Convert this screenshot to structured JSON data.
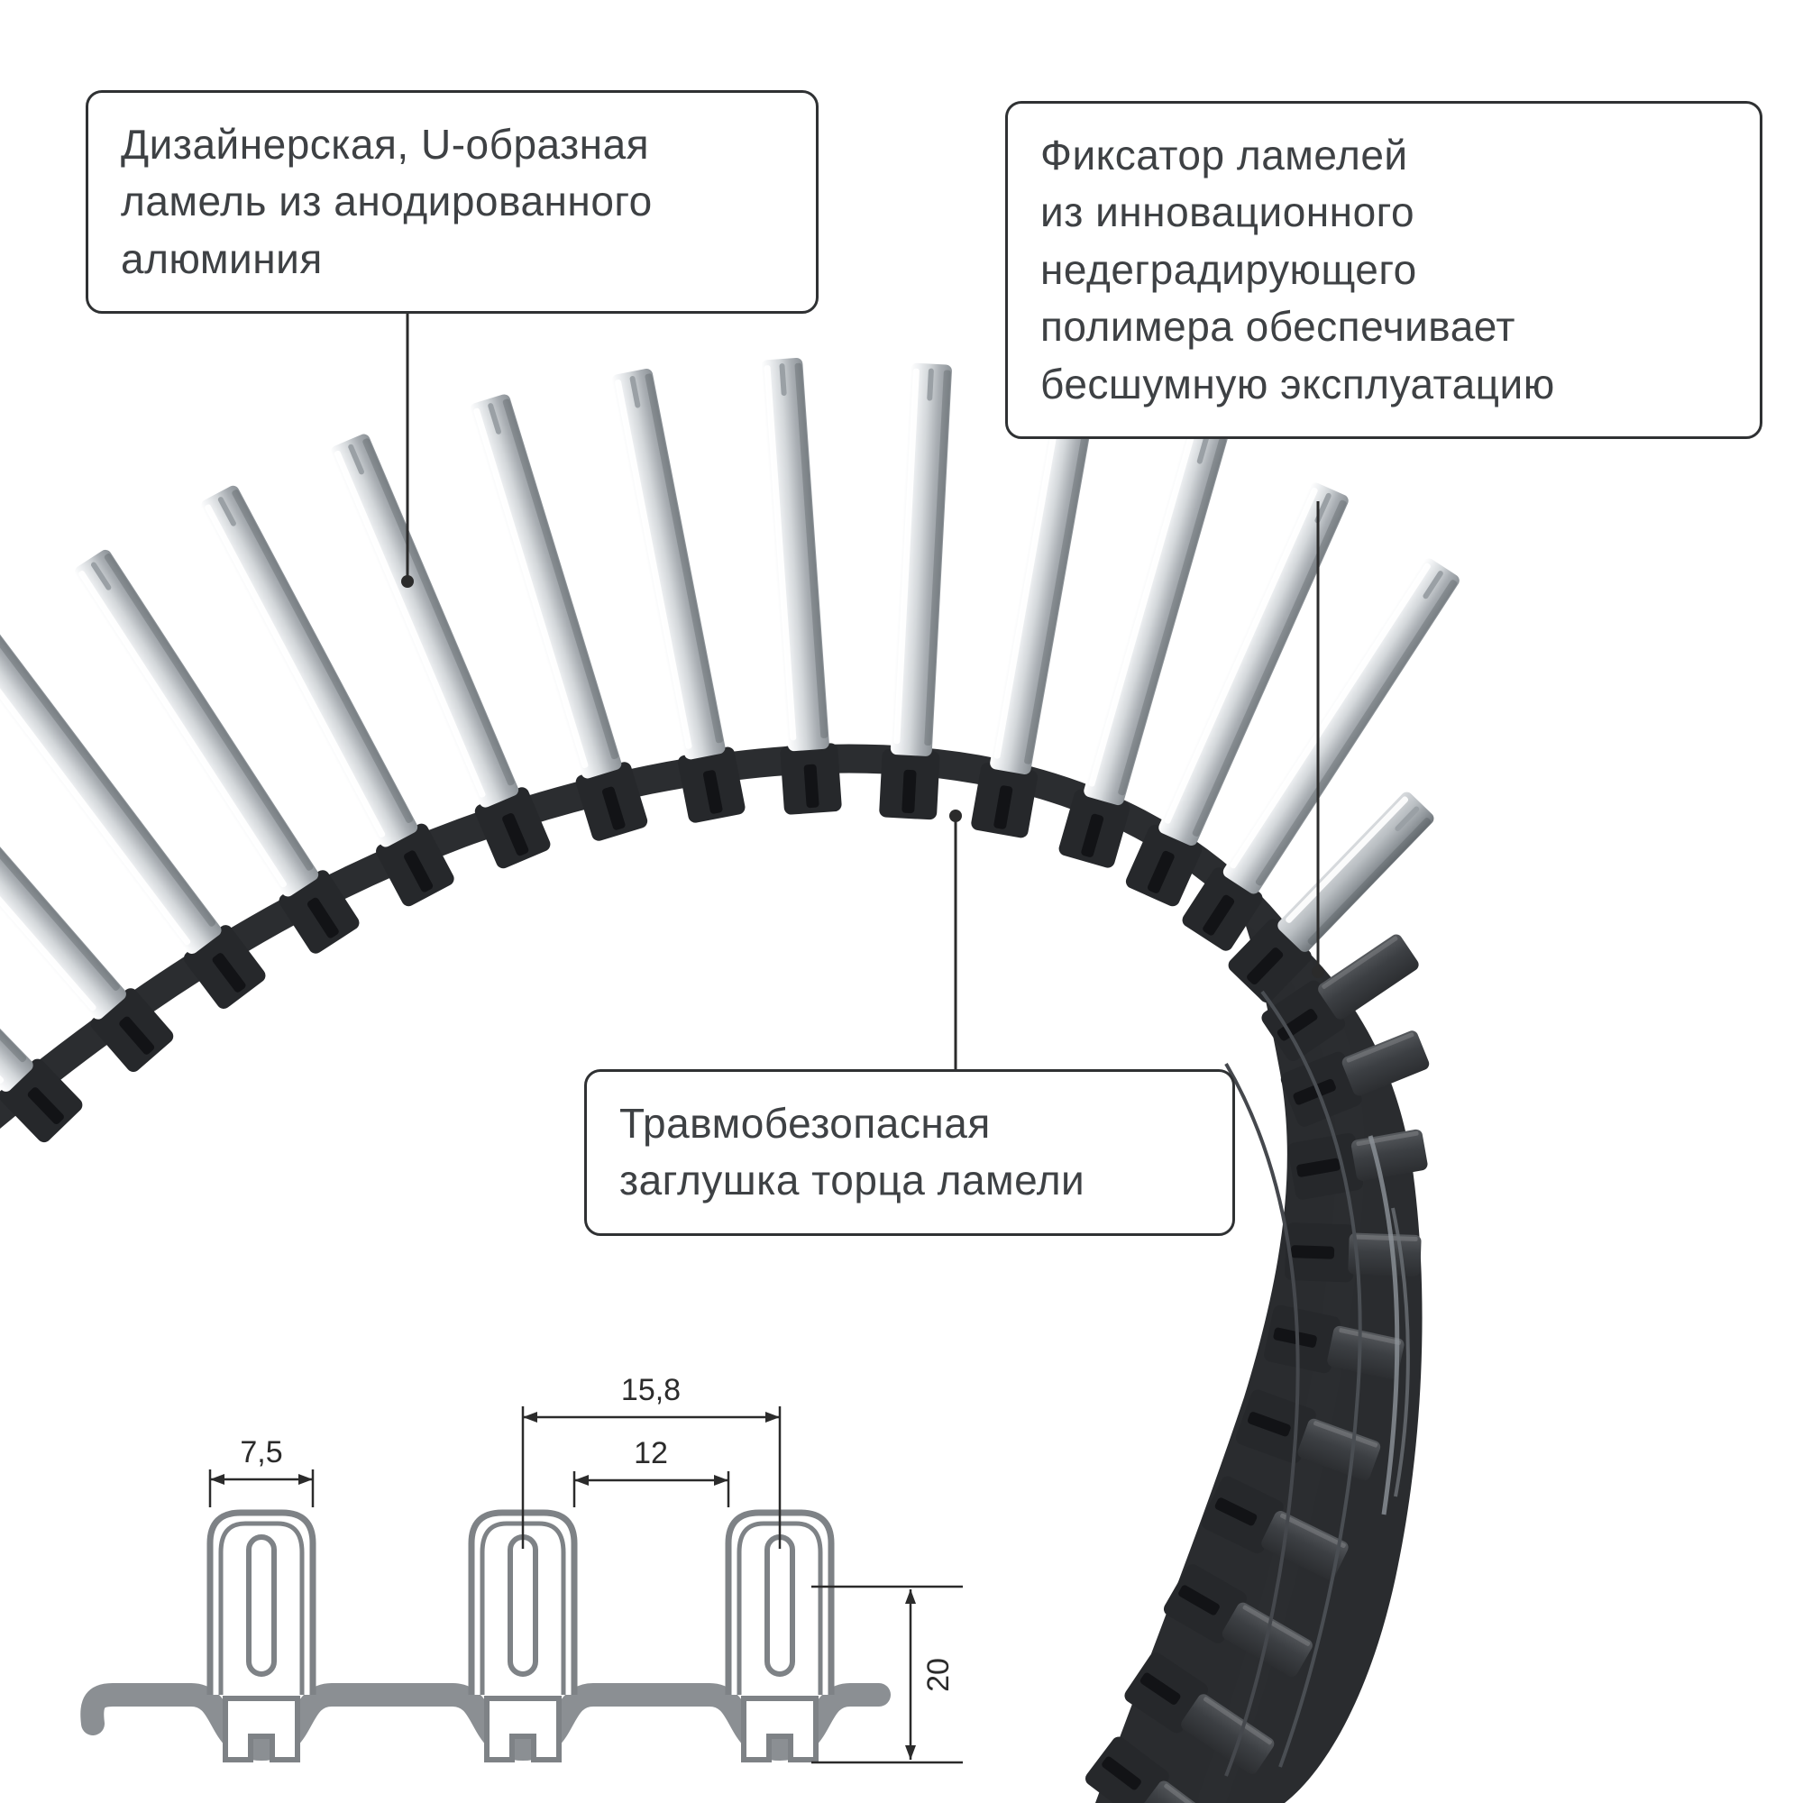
{
  "callouts": {
    "lamella": {
      "lines": [
        "Дизайнерская, U-образная",
        "ламель из анодированного",
        "алюминия"
      ]
    },
    "fixator": {
      "lines": [
        "Фиксатор ламелей",
        "из инновационного",
        "недеградирующего",
        "полимера обеспечивает",
        "бесшумную эксплуатацию"
      ]
    },
    "end_cap": {
      "lines": [
        "Травмобезопасная",
        "заглушка торца ламели"
      ]
    }
  },
  "dimensions": {
    "lamella_width": "7,5",
    "pitch": "15,8",
    "gap": "12",
    "height": "20"
  },
  "colors": {
    "line": "#2b2b2b",
    "text": "#3e4144",
    "band_dark": "#2b2d30",
    "cap_dark": "#26282b",
    "metal_light": "#ffffff",
    "metal_dark": "#8c9297",
    "drawing_gray": "#7e8286",
    "drawing_band_gray": "#8b8f93"
  }
}
